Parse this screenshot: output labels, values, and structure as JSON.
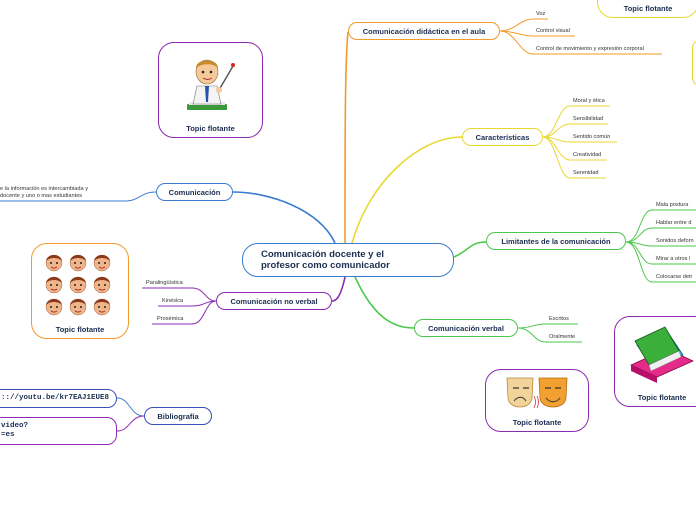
{
  "central": {
    "line1": "Comunicación docente y el",
    "line2": "profesor como comunicador"
  },
  "colors": {
    "orange": "#f29b2a",
    "yellow": "#e8d830",
    "green": "#4cc84c",
    "blue": "#3b7ccf",
    "purple": "#8a2bb0"
  },
  "branches": {
    "didactica": {
      "label": "Comunicación didáctica en el aula",
      "items": [
        "Voz",
        "Control visual",
        "Control de movimiento y expresión corporal"
      ]
    },
    "caracteristicas": {
      "label": "Características",
      "items": [
        "Moral y ética",
        "Sensibilidad",
        "Sentido común",
        "Creatividad",
        "Serenidad"
      ]
    },
    "limitantes": {
      "label": "Limitantes de la comunicación",
      "items": [
        "Mala postura",
        "Hablar entre d",
        "Sonidos deforn",
        "Mirar a otros l",
        "Colocarse detr"
      ]
    },
    "verbal": {
      "label": "Comunicación verbal",
      "items": [
        "Escritos",
        "Oralmente"
      ]
    },
    "comunicacion": {
      "label": "Comunicación",
      "items": [
        "e la información es intercambiada y",
        "docente y uno o mas estudiantes"
      ]
    },
    "no_verbal": {
      "label": "Comunicación no verbal",
      "items": [
        "Paralingüística",
        "Kinésica",
        "Proxémica"
      ]
    },
    "bibliografia": {
      "label": "Bibliografía",
      "items": [
        ":://youtu.be/kr7EAJ1EUE8",
        "video?",
        "=es"
      ]
    }
  },
  "floating": {
    "teacher": "Topic flotante",
    "faces": "Topic flotante",
    "masks": "Topic flotante",
    "books": "Topic flotante",
    "top_right": "Topic flotante"
  }
}
